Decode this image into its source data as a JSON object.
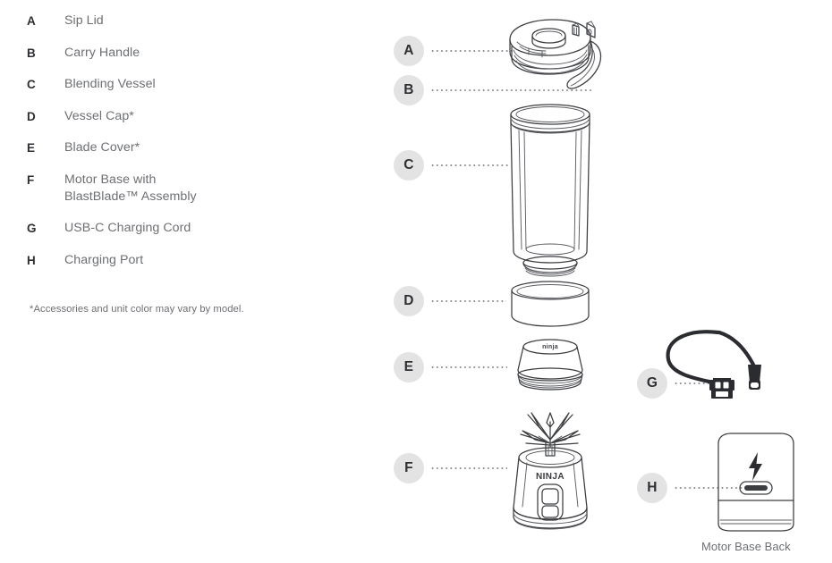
{
  "legend": {
    "items": [
      {
        "letter": "A",
        "label": "Sip Lid"
      },
      {
        "letter": "B",
        "label": "Carry Handle"
      },
      {
        "letter": "C",
        "label": "Blending Vessel"
      },
      {
        "letter": "D",
        "label": "Vessel Cap*"
      },
      {
        "letter": "E",
        "label": "Blade Cover*"
      },
      {
        "letter": "F",
        "label": "Motor Base with",
        "label2": "BlastBlade™ Assembly"
      },
      {
        "letter": "G",
        "label": "USB-C Charging Cord"
      },
      {
        "letter": "H",
        "label": "Charging Port"
      }
    ],
    "footnote": "*Accessories and unit color may vary by model."
  },
  "callouts": [
    {
      "letter": "A",
      "target": "sip-lid"
    },
    {
      "letter": "B",
      "target": "carry-handle"
    },
    {
      "letter": "C",
      "target": "blending-vessel"
    },
    {
      "letter": "D",
      "target": "vessel-cap"
    },
    {
      "letter": "E",
      "target": "blade-cover"
    },
    {
      "letter": "F",
      "target": "motor-base"
    },
    {
      "letter": "G",
      "target": "usb-c-charging-cord"
    },
    {
      "letter": "H",
      "target": "charging-port"
    }
  ],
  "illustrations": {
    "motor_base_brand": "NINJA",
    "blade_cover_brand": "ninja",
    "motor_base_back_caption": "Motor Base Back"
  },
  "colors": {
    "badge_bg": "#e3e3e4",
    "badge_text": "#2f3033",
    "legend_letter": "#2f3033",
    "legend_label": "#6d6f73",
    "line_art": "#3c3d40",
    "cable": "#2b2c30",
    "leader_dot": "#8e9094",
    "background": "#ffffff"
  }
}
